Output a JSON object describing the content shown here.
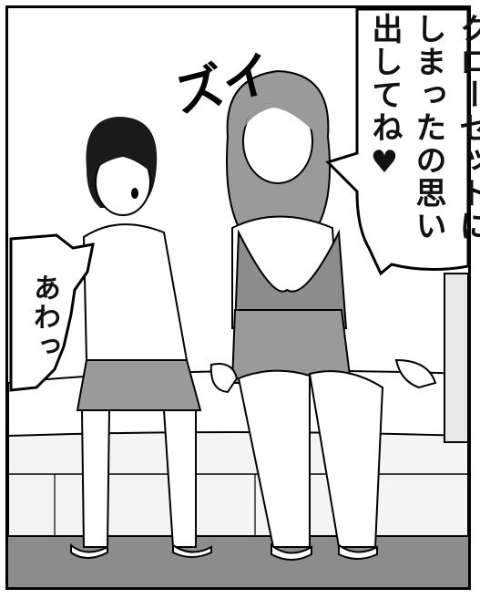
{
  "speech_bubbles": [
    {
      "speaker": "woman",
      "text": "クローゼットにしまったの思い出してね♥"
    },
    {
      "speaker": "boy",
      "text": "あわっ"
    }
  ],
  "sound_effect": {
    "text": "ズイ"
  },
  "colors": {
    "ink": "#000000",
    "paper": "#ffffff",
    "screentone_gray": "#9a9a9a",
    "floor_gray": "#8c8c8c"
  }
}
